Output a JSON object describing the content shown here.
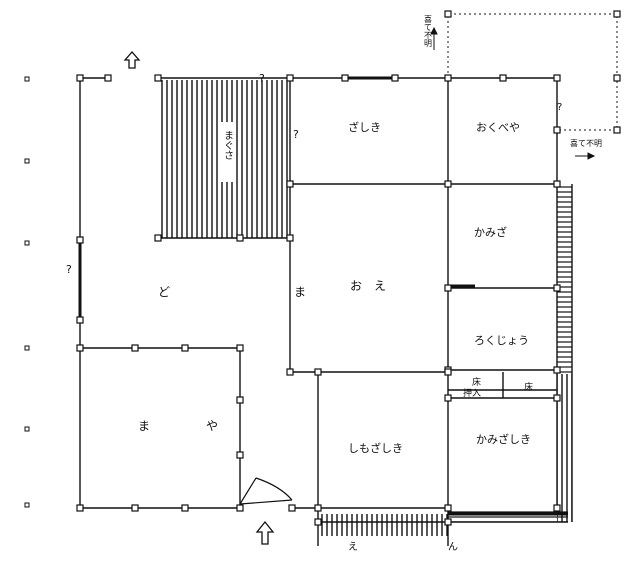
{
  "rooms": {
    "magusa": "まぐさ",
    "zashiki": "ざしき",
    "okubeya": "おくべや",
    "doma": "ど　ま",
    "oe": "お　え",
    "kamiza": "かみざ",
    "rokujo": "ろくじょう",
    "umaya": "ま　や",
    "shimozashiki": "しもざしき",
    "kamizashiki": "かみざしき",
    "toko1": "床",
    "oshiire": "押入",
    "toko2": "床",
    "en": "え　ん"
  },
  "annotations": {
    "unknown": "?",
    "fumei_top": "喜て不明",
    "fumei_right": "喜て不明"
  },
  "icons": {
    "arrow_top": "north-arrow-icon",
    "arrow_bottom": "entrance-arrow-icon"
  },
  "colors": {
    "ink": "#111111",
    "paper": "#ffffff"
  }
}
